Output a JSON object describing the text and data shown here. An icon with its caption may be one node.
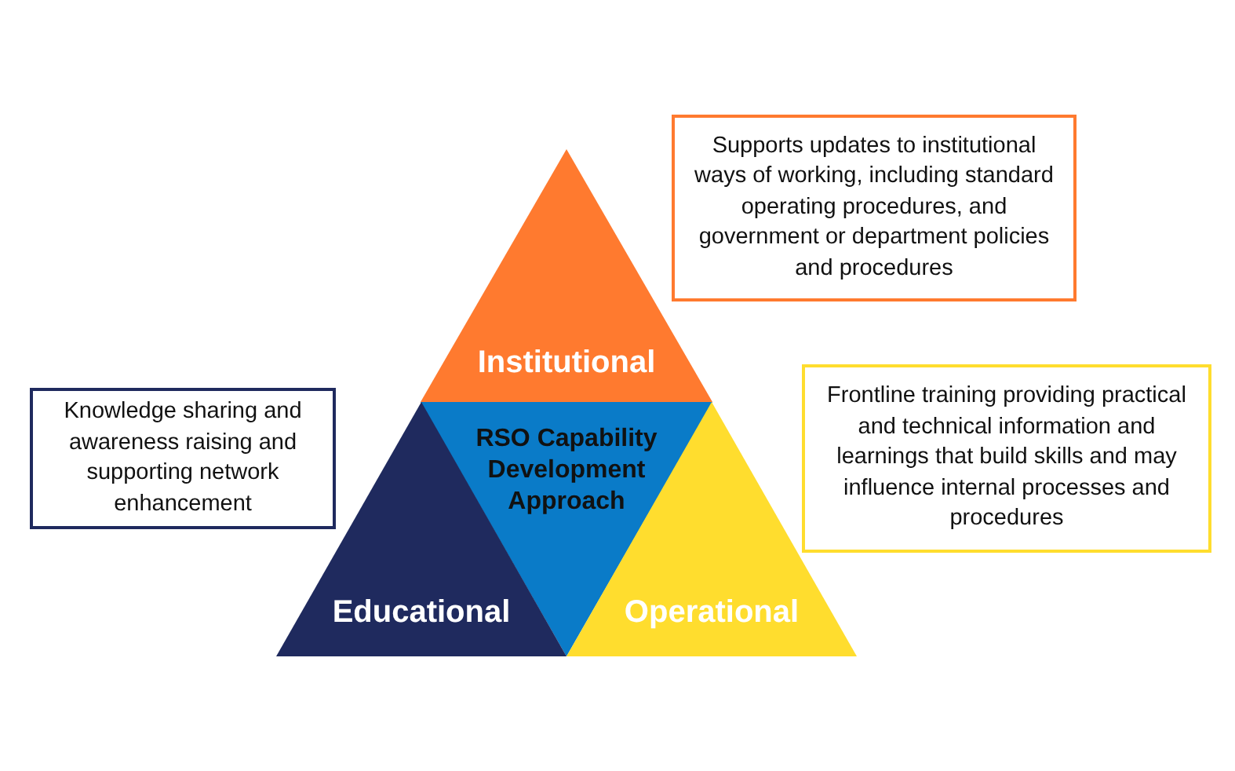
{
  "diagram": {
    "nodes": [
      {
        "text": [
          "Supports updates to institutional ways of working, including standard operating procedures, and government or department policies and procedures"
        ]
      },
      {
        "text": [
          "Institutional"
        ]
      },
      {
        "text": [
          "Frontline training providing practical and technical information and learnings that build skills and may influence internal processes and procedures"
        ]
      },
      {
        "text": [
          "Knowledge sharing and awareness raising and supporting network enhancement"
        ]
      },
      {
        "text": [
          "RSO Capability Development Approach"
        ]
      },
      {
        "text": [
          "Educational"
        ]
      },
      {
        "text": [
          "Operational"
        ]
      }
    ]
  }
}
